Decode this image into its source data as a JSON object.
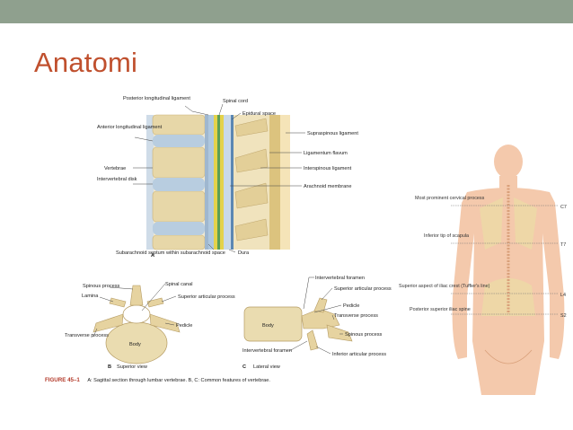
{
  "slide": {
    "title": "Anatomi"
  },
  "colors": {
    "top_bar": "#8fa08e",
    "title": "#c0502e",
    "caption_label": "#b33a2a"
  },
  "figure_a": {
    "panel_letter": "A",
    "labels_left": [
      "Posterior longitudinal ligament",
      "Anterior longitudinal ligament",
      "Vertebrae",
      "Intervertebral disk",
      "Subarachnoid septum within subarachnoid space"
    ],
    "labels_top": [
      "Spinal cord"
    ],
    "labels_right": [
      "Epidural space",
      "Supraspinous ligament",
      "Ligamentum flavum",
      "Interspinous ligament",
      "Arachnoid membrane",
      "Dura"
    ]
  },
  "figure_b": {
    "panel_letter": "B",
    "view": "Superior view",
    "labels": [
      "Spinous process",
      "Lamina",
      "Spinal canal",
      "Superior articular process",
      "Pedicle",
      "Transverse process",
      "Body"
    ]
  },
  "figure_c": {
    "panel_letter": "C",
    "view": "Lateral view",
    "labels": [
      "Intervertebral foramen",
      "Superior articular process",
      "Pedicle",
      "Transverse process",
      "Spinous process",
      "Inferior articular process",
      "Body",
      "Intervertebral foramen"
    ]
  },
  "caption": {
    "label": "FIGURE 45–1",
    "text": "A: Sagittal section through lumbar vertebrae. B, C: Common features of vertebrae."
  },
  "back_figure": {
    "labels_left": [
      "Most prominent cervical process",
      "Inferior tip of scapula",
      "Superior aspect of iliac crest (Tuffier's line)",
      "Posterior superior iliac spine"
    ],
    "levels": [
      "C7",
      "T7",
      "L4",
      "S2"
    ]
  }
}
